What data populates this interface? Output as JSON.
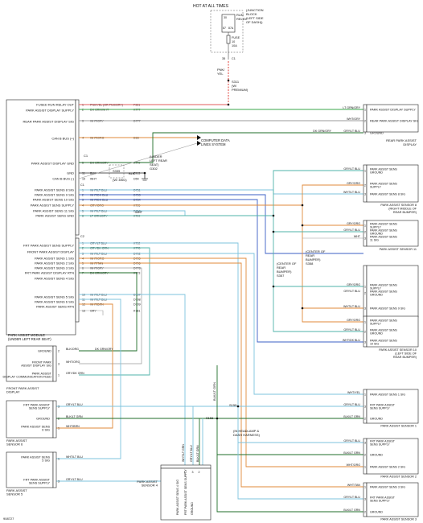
{
  "fuse": {
    "hot_label": "HOT AT ALL TIMES",
    "junction_label": [
      "(JUNCTION",
      "BLOCK",
      "(LEFT SIDE",
      "OF DASH))"
    ],
    "relay_label": [
      "RUN",
      "RELAY"
    ],
    "fuse_label": [
      "FUSE",
      "10",
      "10A"
    ],
    "conn": "C1",
    "pin": "35",
    "relay_pins": [
      "30",
      "87",
      "87A"
    ],
    "feed_wire": [
      "PNK/",
      "YEL"
    ],
    "splice": [
      "S311",
      "(W/",
      "PREMIUM)"
    ]
  },
  "module": {
    "title": [
      "PARK ASSIST MODULE",
      "(UNDER LEFT REAR SEAT)"
    ],
    "left_labels": [
      "FUSED RUN RELAY OUT",
      "PARK ASSIST DISPLAY SUPPLY",
      "REAR PARK ASSIST DISPLAY SIG",
      "CAN B BUS (+)",
      "PARK ASSIST DISPLAY GND",
      "GND",
      "CAN B BUS (-)",
      "PARK ASSIST SENS 8 SIG",
      "PARK ASSIST SENS 9 SIG",
      "PARK ASSIST SENS 10 SIG",
      "PARK ASSIST SENS SUPPLY",
      "PARK ASSIST SENS 11 SIG",
      "PARK ASSIST SENS GND",
      "FRT PARK ASSIST SENS SUPPLY",
      "FRONT PARK ASSIST DISPLAY",
      "PARK ASSIST SENS 1 SIG",
      "PARK ASSIST SENS 2 SIG",
      "PARK ASSIST SENS 3 SIG",
      "FRT PARK ASSIST DISPLAY RTN",
      "PARK ASSIST SENS 4 SIG",
      "PARK ASSIST SENS 5 SIG",
      "PARK ASSIST SENS 6 SIG",
      "PARK ASSIST SENS RTN"
    ],
    "conn_labels": [
      "C1",
      "C2"
    ]
  },
  "module_wires": [
    {
      "pin": "1",
      "color": "PNK/YEL",
      "circuit": "(OR PNK/GRY)",
      "code": "F921"
    },
    {
      "pin": "2",
      "color": "DK GRN/WHT",
      "circuit": "",
      "code": "K777"
    },
    {
      "pin": "3",
      "color": "WHT/GRY",
      "circuit": "",
      "code": "D777"
    },
    {
      "pin": "4",
      "color": "WHT/ORG",
      "circuit": "",
      "code": "D53"
    },
    {
      "pin": "5",
      "color": "DK GRN/GRY",
      "circuit": "",
      "code": "K779"
    },
    {
      "pin": "11",
      "color": "BLK",
      "circuit": "",
      "code": "Z913"
    },
    {
      "pin": "10",
      "color": "WHT",
      "circuit": "",
      "code": "D54"
    },
    {
      "pin": "1",
      "color": "WHT/LT BLU",
      "circuit": "",
      "code": "D751"
    },
    {
      "pin": "2",
      "color": "WHT/DK BLU",
      "circuit": "",
      "code": "D753"
    },
    {
      "pin": "3",
      "color": "WHT/DK BLU",
      "circuit": "",
      "code": "D754"
    },
    {
      "pin": "4",
      "color": "GRY/ORG",
      "circuit": "",
      "code": "K795"
    },
    {
      "pin": "5",
      "color": "WHT/LT BLU",
      "circuit": "",
      "code": "D718"
    },
    {
      "pin": "6",
      "color": "LT GRN/GRY",
      "circuit": "",
      "code": "K799"
    },
    {
      "pin": "1",
      "color": "GRY/LT BLU",
      "circuit": "",
      "code": "K792"
    },
    {
      "pin": "2",
      "color": "GRY/DK GRN",
      "circuit": "",
      "code": "K778"
    },
    {
      "pin": "3",
      "color": "WHT/LT BLU",
      "circuit": "",
      "code": "D702"
    },
    {
      "pin": "4",
      "color": "WHT/ORG",
      "circuit": "",
      "code": "D705"
    },
    {
      "pin": "5",
      "color": "WHT/TAN",
      "circuit": "",
      "code": "D706"
    },
    {
      "pin": "6",
      "color": "WHT/GRY",
      "circuit": "",
      "code": "D778"
    },
    {
      "pin": "7",
      "color": "DK GRN/GRY",
      "circuit": "",
      "code": "K773"
    },
    {
      "pin": "10",
      "color": "WHT/LT BLU",
      "circuit": "",
      "code": "D707"
    },
    {
      "pin": "11",
      "color": "WHT/LT BLU",
      "circuit": "",
      "code": "D708"
    },
    {
      "pin": "12",
      "color": "WHT/BRN",
      "circuit": "",
      "code": "D709"
    },
    {
      "pin": "13",
      "color": "GRY",
      "circuit": "",
      "code": "K781"
    }
  ],
  "notes": {
    "ground_under_seat": [
      "(UNDER",
      "LEFT REAR",
      "SEAT)",
      "G302"
    ],
    "computer_data": [
      "COMPUTER DATA",
      "LINES SYSTEM"
    ],
    "wr_4wd": "(W/ 4WD)",
    "s335": "S335",
    "blk": "BLK",
    "wht_splice": "WHT",
    "center_rear_bumper_1": [
      "(CENTER OF",
      "REAR",
      "BUMPER)",
      "S357"
    ],
    "center_rear_bumper_2": [
      "(CENTER OF",
      "REAR",
      "BUMPER)",
      "S358"
    ],
    "headlamp_harness": [
      "(IN HEADLAMP &",
      "DASH HARNESS)"
    ],
    "s155": "S155",
    "s156": "S156",
    "blk_lt_grn_vertical": "BLK/LT GRN",
    "page_code": "908727"
  },
  "rear_display": {
    "title": [
      "REAR PARK ASSIST",
      "DISPLAY"
    ],
    "pins": [
      "1",
      "2",
      "3"
    ],
    "labels": [
      "PARK ASSIST DISPLAY SUPPLY",
      "REAR PARK ASSIST DISPLAY SIG",
      "GROUND"
    ],
    "wires": [
      "LT GRN/GRY",
      "WHT/GRY",
      "GRY/LT BLU"
    ],
    "ground_wire": "DK GRN/GRY"
  },
  "rear_sensors": [
    {
      "title": [
        "PARK ASSIST SENSOR 8",
        "(RIGHT MIDDLE OF",
        "REAR BUMPER)"
      ],
      "labels": [
        "PARK ASSIST SENS GROUND",
        "PARK ASSIST SENS SUPPLY",
        "PARK ASSIST SENS 8 SIG"
      ],
      "wires": [
        "GRY/LT BLU",
        "GRY/ORG",
        "WHT/LT BLU"
      ],
      "pins": [
        "1",
        "2",
        "3"
      ]
    },
    {
      "title": [
        "PARK ASSIST SENSOR 11"
      ],
      "labels": [
        "PARK ASSIST SENS SUPPLY",
        "PARK ASSIST SENS GROUND",
        "PARK ASSIST SENS 11 SIG"
      ],
      "wires": [
        "GRY/ORG",
        "GRY/LT BLU",
        "WHT"
      ],
      "pins": [
        "1",
        "2",
        "3"
      ]
    },
    {
      "title": [
        "PARK ASSIST SENSOR 9",
        "(LEFT MIDDLE OF",
        "REAR BUMPER)"
      ],
      "labels": [
        "PARK ASSIST SENS SUPPLY",
        "PARK ASSIST SENS GROUND",
        "PARK ASSIST SENS 9 SIG"
      ],
      "wires": [
        "GRY/ORG",
        "GRY/LT BLU",
        "WHT/LT BLU"
      ],
      "pins": [
        "1",
        "2",
        "3"
      ]
    },
    {
      "title": [
        "PARK ASSIST SENSOR 10",
        "(LEFT SIDE OF",
        "REAR BUMPER)"
      ],
      "labels": [
        "PARK ASSIST SENS SUPPLY",
        "PARK ASSIST SENS GROUND",
        "PARK ASSIST SENS 10 SIG"
      ],
      "wires": [
        "GRY/ORG",
        "GRY/LT BLU",
        "WHT/DK BLU"
      ],
      "pins": [
        "1",
        "2",
        "3"
      ]
    }
  ],
  "front_display": {
    "title": [
      "FRONT PARK ASSIST",
      "DISPLAY"
    ],
    "labels": [
      "GROUND",
      "FRONT PARK ASSIST DISPLAY SIG",
      "PARK ASSIST DISPLAY COMMUNICATION FEED"
    ],
    "pins": [
      "2",
      "3",
      "1"
    ],
    "wires": [
      "BLK/ORG",
      "WHT/ORG",
      "GRY/DK GRN"
    ],
    "extra_wire": "DK GRN/GRY"
  },
  "front_left_sensors": [
    {
      "title": [
        "PARK ASSIST",
        "SENSOR 6"
      ],
      "labels": [
        "FRT PARK ASSIST SENS SUPPLY",
        "GROUND",
        "PARK ASSIST SENS 6 SIG"
      ],
      "pins": [
        "3",
        "2",
        "1"
      ],
      "wires": [
        "GRY/LT BLU",
        "BLK/LT GRN",
        "WHT/BRN"
      ]
    },
    {
      "title": [
        "PARK ASSIST",
        "SENSOR 5"
      ],
      "labels": [
        "PARK ASSIST SENS 5 SIG",
        "FRT PARK ASSIST SENS SUPPLY"
      ],
      "pins": [
        "1",
        "3"
      ],
      "wires": [
        "WHT/LT BLU",
        "GRY/LT BLU"
      ]
    }
  ],
  "front_right_sensors": [
    {
      "title": [
        "PARK ASSIST SENSOR 1"
      ],
      "labels": [
        "PARK ASSIST SENS 1 SIG",
        "FRT PARK ASSIST SENS SUPPLY",
        "GROUND"
      ],
      "pins": [
        "1",
        "3",
        "2"
      ],
      "wires": [
        "WHT/YEL",
        "GRY/LT BLU",
        "BLK/LT GRN"
      ]
    },
    {
      "title": [
        "PARK ASSIST SENSOR 2"
      ],
      "labels": [
        "FRT PARK ASSIST SENS SUPPLY",
        "GROUND",
        "PARK ASSIST SENS 2 SIG"
      ],
      "pins": [
        "3",
        "2",
        "1"
      ],
      "wires": [
        "GRY/LT BLU",
        "BLK/LT GRN",
        "WHT/ORG"
      ]
    },
    {
      "title": [
        "PARK ASSIST SENSOR 3"
      ],
      "labels": [
        "PARK ASSIST SENS 3 SIG",
        "FRT PARK ASSIST SENS SUPPLY",
        "GROUND"
      ],
      "pins": [
        "1",
        "3",
        "2"
      ],
      "wires": [
        "WHT/TAN",
        "GRY/LT BLU",
        "BLK/LT GRN"
      ]
    }
  ],
  "sensor4": {
    "title": [
      "PARK ASSIST",
      "SENSOR 4"
    ],
    "labels": [
      "PARK ASSIST SENS 4 SIG",
      "FRT PARK ASSIST SENS SUPPLY",
      "GROUND"
    ],
    "pins": [
      "1",
      "3",
      "2"
    ],
    "wires": [
      "WHT/LT GRN",
      "GRY/LT BLU",
      "BLK/LT GRN"
    ]
  },
  "colors": {
    "red": "#e0403a",
    "pink": "#e98b95",
    "green": "#3aa64a",
    "dkgreen": "#1f6e2a",
    "orange": "#e08a3a",
    "ltblue": "#7ec3dd",
    "blue": "#3b5fc6",
    "gray": "#9a9a9a",
    "black": "#222222",
    "teal": "#4fb3a8"
  }
}
